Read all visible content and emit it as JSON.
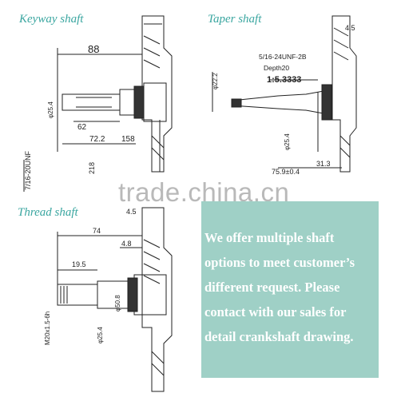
{
  "panels": {
    "keyway": {
      "title": "Keyway shaft",
      "dims": {
        "top": "88",
        "mid": "62",
        "bottom": "72.2",
        "right": "158",
        "dia": "φ25.4",
        "vert": "218",
        "unf": "7/16-20UNF"
      }
    },
    "taper": {
      "title": "Taper shaft",
      "dims": {
        "thread": "5/16-24UNF-2B",
        "depth": "Depth20",
        "ratio": "1:5.3333",
        "top": "4.5",
        "dia": "φ25.4",
        "vert": "31.3",
        "bottom": "75.9±0.4",
        "left": "φ22.2"
      }
    },
    "thread": {
      "title": "Thread shaft",
      "dims": {
        "top": "4.5",
        "len": "74",
        "mid": "4.8",
        "short": "19.5",
        "dia": "φ25.4",
        "dia2": "φ50.8",
        "thread": "M20x1.5-6h"
      }
    }
  },
  "watermark": "trade.china.cn",
  "info": {
    "text": "We offer multiple shaft options to meet customer’s different request. Please contact with our sales for detail crankshaft drawing."
  }
}
